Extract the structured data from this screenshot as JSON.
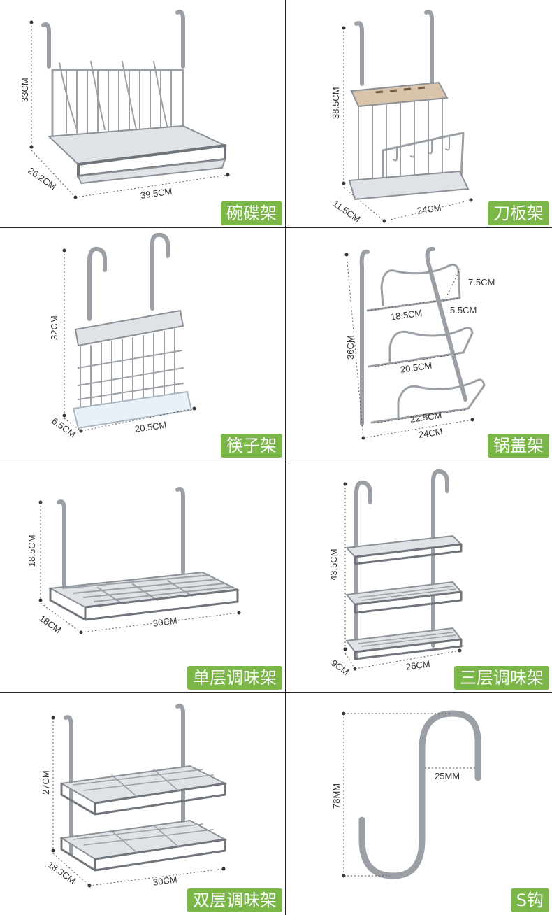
{
  "products": [
    {
      "name": "碗碟架",
      "dims": [
        "33CM",
        "26.2CM",
        "39.5CM"
      ]
    },
    {
      "name": "刀板架",
      "dims": [
        "38.5CM",
        "11.5CM",
        "24CM"
      ]
    },
    {
      "name": "筷子架",
      "dims": [
        "32CM",
        "6.5CM",
        "20.5CM"
      ]
    },
    {
      "name": "锅盖架",
      "dims": [
        "7.5CM",
        "18.5CM",
        "5.5CM",
        "36CM",
        "20.5CM",
        "22.5CM",
        "24CM"
      ]
    },
    {
      "name": "单层调味架",
      "dims": [
        "18.5CM",
        "18CM",
        "30CM"
      ]
    },
    {
      "name": "三层调味架",
      "dims": [
        "43.5CM",
        "9CM",
        "26CM"
      ]
    },
    {
      "name": "双层调味架",
      "dims": [
        "27CM",
        "18.3CM",
        "30CM"
      ]
    },
    {
      "name": "S钩",
      "dims": [
        "78MM",
        "25MM"
      ]
    }
  ],
  "colors": {
    "tag_bg": "#7ab648",
    "tag_text": "#ffffff",
    "divider": "#222222",
    "steel": "#9aa0a6"
  }
}
